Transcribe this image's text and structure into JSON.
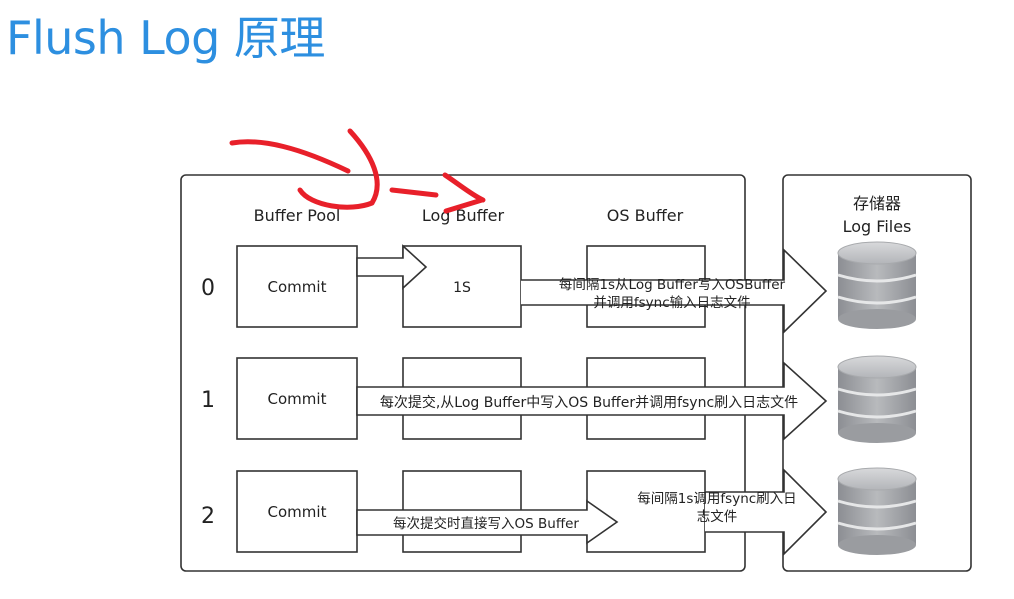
{
  "title": "Flush Log 原理",
  "columns": {
    "buffer_pool": "Buffer Pool",
    "log_buffer": "Log Buffer",
    "os_buffer": "OS Buffer"
  },
  "storage": {
    "title": "存储器",
    "subtitle": "Log Files"
  },
  "rows": [
    {
      "index": "0",
      "commit": "Commit",
      "log_buffer_label": "1S",
      "arrow_text_line1": "每间隔1s从Log Buffer写入OSBuffer",
      "arrow_text_line2": "并调用fsync输入日志文件"
    },
    {
      "index": "1",
      "commit": "Commit",
      "arrow_text": "每次提交,从Log Buffer中写入OS Buffer并调用fsync刷入日志文件"
    },
    {
      "index": "2",
      "commit": "Commit",
      "arrow_text": "每次提交时直接写入OS Buffer",
      "os_text_line1": "每间隔1s调用fsync刷入日",
      "os_text_line2": "志文件"
    }
  ],
  "colors": {
    "title": "#2d8fe0",
    "annotation": "#e8202a",
    "disk_dark": "#8e9096",
    "disk_light": "#c9cacd"
  }
}
